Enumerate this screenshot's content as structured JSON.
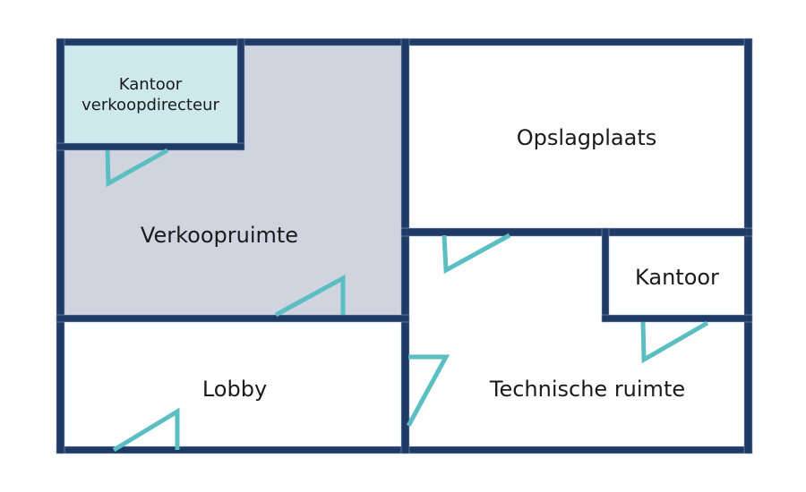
{
  "diagram": {
    "type": "floor-plan",
    "rooms": [
      {
        "id": "kantoor-verkoopdirecteur",
        "label": "Kantoor verkoopdirecteur",
        "label_lines": [
          "Kantoor",
          "verkoopdirecteur"
        ]
      },
      {
        "id": "verkoopruimte",
        "label": "Verkoopruimte"
      },
      {
        "id": "opslagplaats",
        "label": "Opslagplaats"
      },
      {
        "id": "kantoor",
        "label": "Kantoor"
      },
      {
        "id": "lobby",
        "label": "Lobby"
      },
      {
        "id": "technische-ruimte",
        "label": "Technische ruimte"
      }
    ],
    "colors": {
      "wall": "#1f3a64",
      "door": "#5abec2",
      "verkoopruimte_fill": "#cfd4df",
      "kantoor_verkoopdirecteur_fill": "#cde9ec",
      "room_fill": "#ffffff",
      "label_text": "#1a1a1a",
      "background": "#ffffff"
    }
  }
}
